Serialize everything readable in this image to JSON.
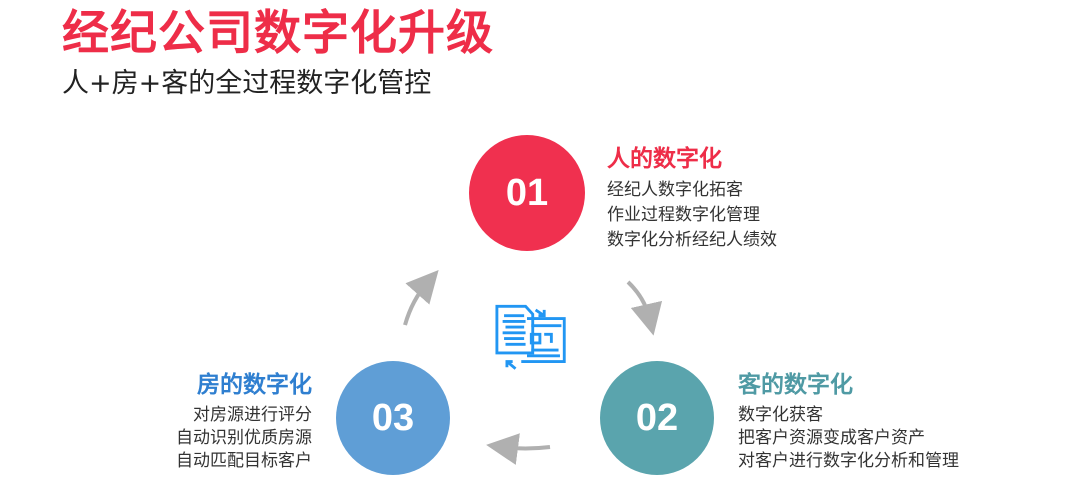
{
  "title": "经纪公司数字化升级",
  "subtitle": "人+房+客的全过程数字化管控",
  "colors": {
    "red": "#f0304f",
    "teal": "#5aa4ad",
    "blue": "#5f9ed6",
    "arrow": "#b0b0b0",
    "icon": "#2196f3"
  },
  "steps": [
    {
      "number": "01",
      "heading": "人的数字化",
      "items": [
        "经纪人数字化拓客",
        "作业过程数字化管理",
        "数字化分析经纪人绩效"
      ]
    },
    {
      "number": "02",
      "heading": "客的数字化",
      "items": [
        "数字化获客",
        "把客户资源变成客户资产",
        "对客户进行数字化分析和管理"
      ]
    },
    {
      "number": "03",
      "heading": "房的数字化",
      "items": [
        "对房源进行评分",
        "自动识别优质房源",
        "自动匹配目标客户"
      ]
    }
  ]
}
